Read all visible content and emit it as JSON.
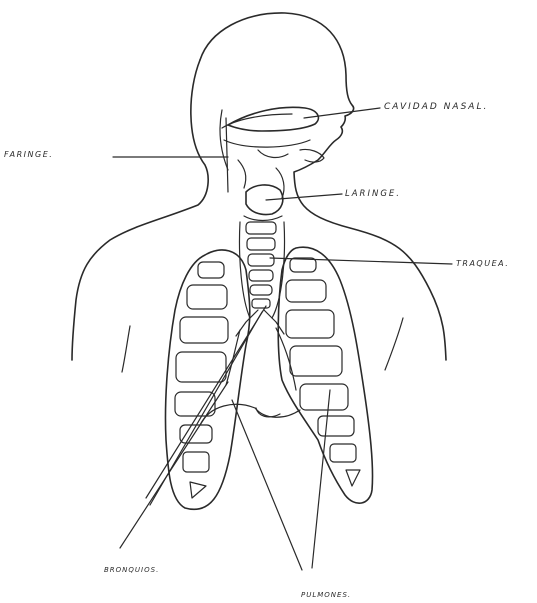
{
  "labels": {
    "faringe": "FARINGE.",
    "cavidad_nasal": "CAVIDAD NASAL.",
    "laringe": "LARINGE.",
    "traquea": "TRAQUEA.",
    "bronquios": "BRONQUIOS.",
    "pulmones": "PULMONES."
  },
  "colors": {
    "ink": "#2a2a2a",
    "paper": "#ffffff"
  }
}
